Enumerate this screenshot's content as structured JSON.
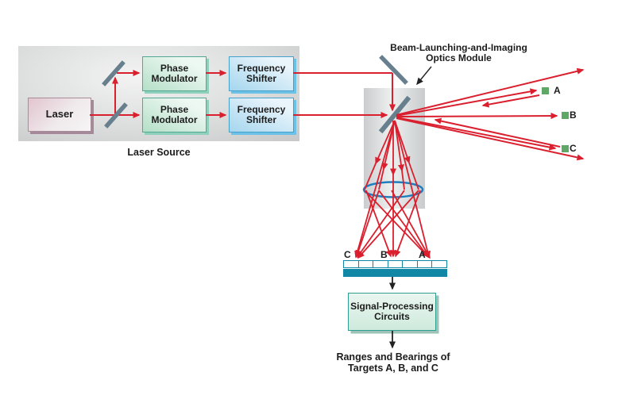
{
  "laser_source": {
    "caption": "Laser Source",
    "laser": "Laser",
    "phase_modulator": "Phase\nModulator",
    "frequency_shifter": "Frequency\nShifter"
  },
  "optics_module": {
    "label": "Beam-Launching-and-Imaging\nOptics Module"
  },
  "targets": {
    "a": "A",
    "b": "B",
    "c": "C"
  },
  "detector": {
    "labels": [
      "C",
      "B",
      "A"
    ]
  },
  "signal_processing": {
    "label": "Signal-Processing\nCircuits"
  },
  "output": {
    "label": "Ranges and Bearings of\nTargets A, B, and C"
  },
  "colors": {
    "beam_red": "#da1f2e",
    "mirror_slate": "#68808e",
    "detector_teal": "#1286a5",
    "lens_blue": "#1e7dbd",
    "target_green": "#5ea766",
    "box_green": "#b5dfc8",
    "box_blue": "#a5d6ee",
    "box_pink": "#e2c4cf",
    "box_mint": "#cfeadd"
  }
}
